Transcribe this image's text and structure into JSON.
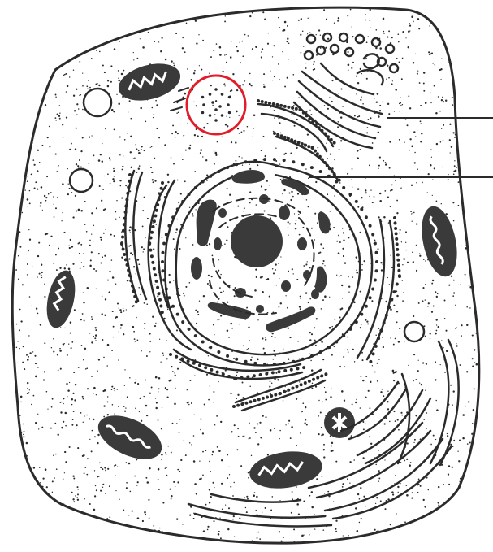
{
  "figure": {
    "kind": "animal cell illustration",
    "background_color": "#ffffff",
    "ink_color": "#2b2b2b",
    "organelle_fill": "#3a3a3a",
    "highlight_color": "#e11d2a"
  },
  "highlight": {
    "target": "centrosome",
    "shape": "circle"
  },
  "leader_lines": [
    {
      "target": "golgi-apparatus",
      "label": ""
    },
    {
      "target": "nuclear-envelope",
      "label": ""
    }
  ]
}
